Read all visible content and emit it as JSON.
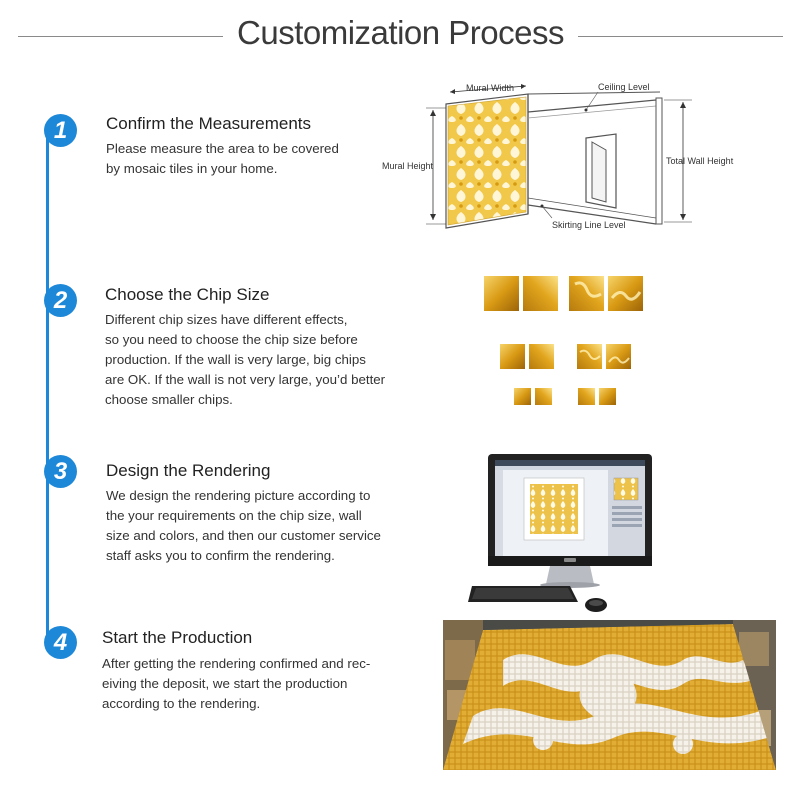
{
  "header": {
    "title": "Customization Process"
  },
  "steps": [
    {
      "number": "1",
      "title": "Confirm the Measurements",
      "desc": [
        "Please measure the area to be covered",
        "by mosaic tiles in your home."
      ]
    },
    {
      "number": "2",
      "title": "Choose the Chip Size",
      "desc": [
        "Different chip sizes have different effects,",
        "so you need to choose the chip size before",
        "production. If the wall is very large, big chips",
        "are OK. If the wall is not very large, you’d better",
        "choose smaller chips."
      ]
    },
    {
      "number": "3",
      "title": "Design the Rendering",
      "desc": [
        "We design the rendering picture according to",
        "the your requirements on the chip size, wall",
        "size and colors, and then our customer service",
        "staff asks you to confirm the rendering."
      ]
    },
    {
      "number": "4",
      "title": "Start the Production",
      "desc": [
        "After getting the rendering confirmed and rec-",
        "eiving the deposit, we start the production",
        "according to the rendering."
      ]
    }
  ],
  "diagram": {
    "mural_width": "Mural Width",
    "ceiling_level": "Ceiling Level",
    "mural_height": "Mural Height",
    "total_wall_height": "Total Wall Height",
    "skirting_line_level": "Skirting Line Level"
  },
  "colors": {
    "accent": "#1e88d8",
    "gold": "#d9a21c",
    "gold_dark": "#a8740a",
    "title_gray": "#3a3a3a"
  }
}
